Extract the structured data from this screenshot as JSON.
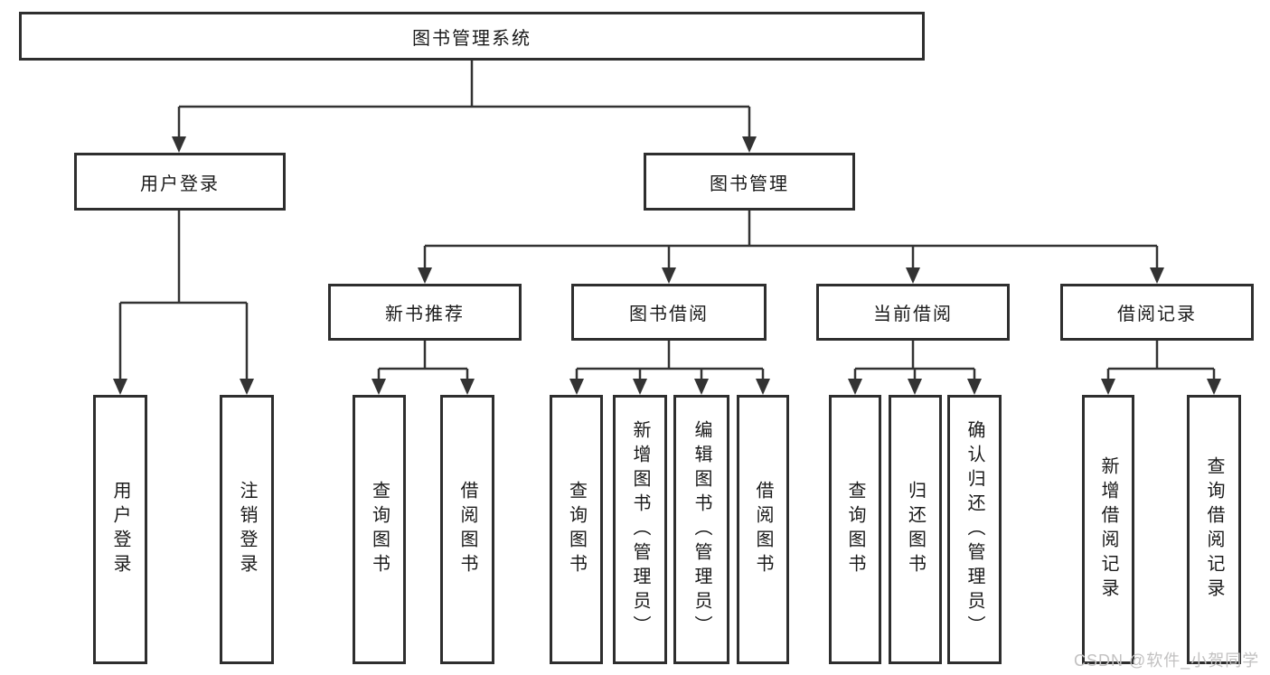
{
  "diagram": {
    "type": "tree-diagram",
    "colors": {
      "background": "#ffffff",
      "line": "#333333",
      "box_border": "#2e2e2e",
      "text": "#1a1a1a"
    },
    "tree": {
      "label": "图书管理系统",
      "children": [
        {
          "label": "用户登录",
          "children": [
            {
              "label": "用户登录"
            },
            {
              "label": "注销登录"
            }
          ]
        },
        {
          "label": "图书管理",
          "children": [
            {
              "label": "新书推荐",
              "children": [
                {
                  "label": "查询图书"
                },
                {
                  "label": "借阅图书"
                }
              ]
            },
            {
              "label": "图书借阅",
              "children": [
                {
                  "label": "查询图书"
                },
                {
                  "label": "新增图书（管理员）"
                },
                {
                  "label": "编辑图书（管理员）"
                },
                {
                  "label": "借阅图书"
                }
              ]
            },
            {
              "label": "当前借阅",
              "children": [
                {
                  "label": "查询图书"
                },
                {
                  "label": "归还图书"
                },
                {
                  "label": "确认归还（管理员）"
                }
              ]
            },
            {
              "label": "借阅记录",
              "children": [
                {
                  "label": "新增借阅记录"
                },
                {
                  "label": "查询借阅记录"
                }
              ]
            }
          ]
        }
      ]
    }
  },
  "watermark": {
    "text": "CSDN @软件_小贺同学",
    "color": "#c2c1c1"
  }
}
